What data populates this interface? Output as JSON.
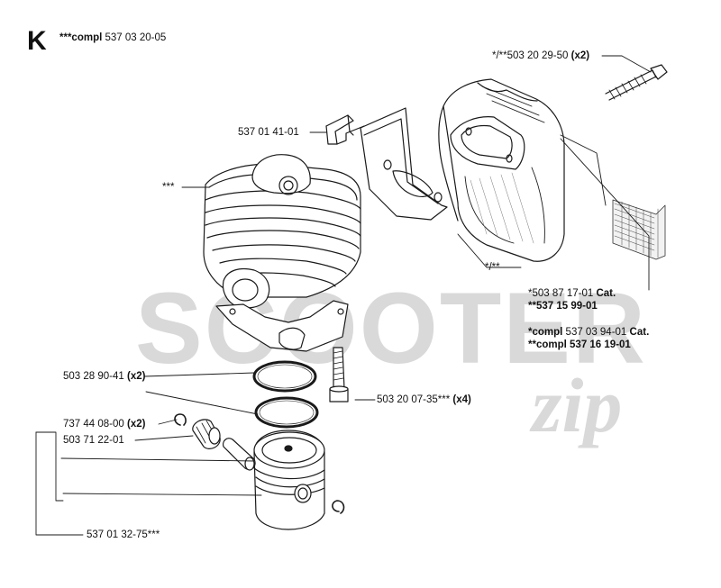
{
  "section": {
    "letter": "K",
    "compl_prefix": "***compl",
    "compl_number": "537 03 20-05"
  },
  "watermark": {
    "brand_main": "SCOOTER",
    "brand_script": "zip"
  },
  "labels": {
    "bolt_top": {
      "text": "*/**503 20 29-50",
      "qty": "(x2)"
    },
    "bracket": {
      "text": "537 01 41-01"
    },
    "cylinder": {
      "text": "***"
    },
    "muffler": {
      "text": "*/**"
    },
    "screen_1": {
      "text": "*503 87 17-01",
      "suffix": "Cat."
    },
    "screen_2": {
      "text": "**537 15 99-01"
    },
    "compl_1": {
      "prefix": "*compl",
      "text": "537 03 94-01",
      "suffix": "Cat."
    },
    "compl_2": {
      "prefix": "**compl",
      "text": "537 16 19-01"
    },
    "rings": {
      "text": "503 28 90-41",
      "qty": "(x2)"
    },
    "bolts": {
      "text": "503 20 07-35***",
      "qty": "(x4)"
    },
    "circlip": {
      "text": "737 44 08-00",
      "qty": "(x2)"
    },
    "bearing": {
      "text": "503 71 22-01"
    },
    "piston": {
      "text": "537 01 32-75***"
    }
  },
  "colors": {
    "line": "#1a1a1a",
    "watermark": "#d9d9d9",
    "part_fill": "#ffffff"
  }
}
